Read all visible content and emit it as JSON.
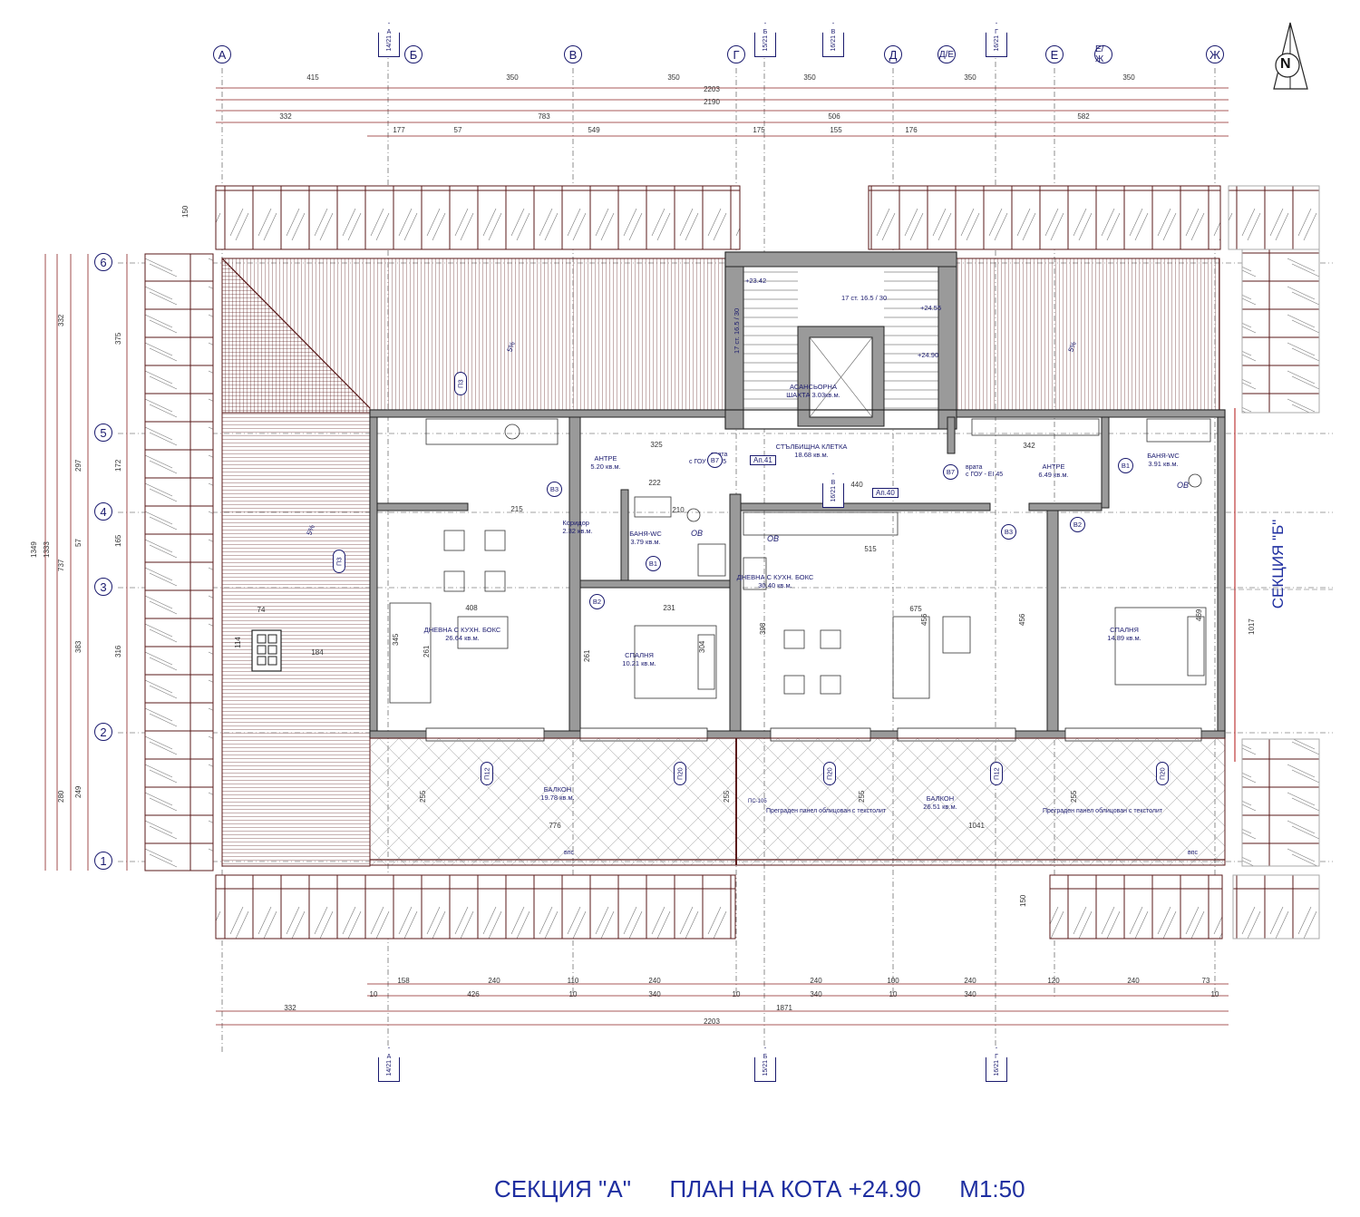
{
  "title": {
    "section": "СЕКЦИЯ \"А\"",
    "plan": "ПЛАН НА КОТА +24.90",
    "scale": "М1:50"
  },
  "side_label": "СЕКЦИЯ \"Б\"",
  "north": "N",
  "axes_x": [
    "А",
    "Б",
    "В",
    "Г",
    "Д",
    "Д/Е",
    "Е",
    "Е/Ж",
    "Ж"
  ],
  "axes_y": [
    "6",
    "5",
    "4",
    "3",
    "2",
    "1"
  ],
  "section_marks": [
    {
      "letter": "А",
      "ref": "14/21"
    },
    {
      "letter": "Б",
      "ref": "15/21"
    },
    {
      "letter": "В",
      "ref": "16/21"
    },
    {
      "letter": "Г",
      "ref": "16/21"
    }
  ],
  "dims_top_row1": [
    "415",
    "350",
    "350",
    "350",
    "350",
    "350"
  ],
  "dims_top_row2": [
    "2203"
  ],
  "dims_top_row3": [
    "2190"
  ],
  "dims_top_row4": [
    "332",
    "783",
    "506",
    "582"
  ],
  "dims_top_row5": [
    "177",
    "57",
    "549",
    "175",
    "155",
    "176"
  ],
  "dims_left_outer": [
    "1349",
    "1333"
  ],
  "dims_left_mid": [
    "332",
    "297",
    "57",
    "383",
    "280"
  ],
  "dims_left_inner": [
    "375",
    "172",
    "165",
    "316",
    "249",
    "737"
  ],
  "dims_bottom_row1": [
    "158",
    "240",
    "110",
    "240",
    "240",
    "100",
    "240",
    "120",
    "240",
    "73"
  ],
  "dims_bottom_row2": [
    "10",
    "426",
    "10",
    "340",
    "10",
    "340",
    "10",
    "340",
    "10"
  ],
  "dims_bottom_row3": [
    "332",
    "1871"
  ],
  "dims_bottom_row4": [
    "2203"
  ],
  "rooms": [
    {
      "name": "АНТРЕ",
      "area": "5.20 кв.м."
    },
    {
      "name": "Коридор",
      "area": "2.32 кв.м."
    },
    {
      "name": "БАНЯ-WC",
      "area": "3.79 кв.м."
    },
    {
      "name": "ДНЕВНА  С  КУХН. БОКС",
      "area": "26.64 кв.м."
    },
    {
      "name": "СПАЛНЯ",
      "area": "10.21 кв.м."
    },
    {
      "name": "АСАНСЬОРНА",
      "area": "ШАХТА 3.03кв.м."
    },
    {
      "name": "СТЪЛБИЩНА  КЛЕТКА",
      "area": "18.68 кв.м."
    },
    {
      "name": "ДНЕВНА  С  КУХН. БОКС",
      "area": "30.40 кв.м."
    },
    {
      "name": "АНТРЕ",
      "area": "6.49 кв.м."
    },
    {
      "name": "БАНЯ-WC",
      "area": "3.91 кв.м."
    },
    {
      "name": "СПАЛНЯ",
      "area": "14.89 кв.м."
    },
    {
      "name": "БАЛКОН",
      "area": "19.78 кв.м."
    },
    {
      "name": "БАЛКОН",
      "area": "26.51 кв.м."
    }
  ],
  "apartments": [
    "Ап.41",
    "Ап.40"
  ],
  "door_notes": [
    "врата",
    "с ГОУ - EI 45"
  ],
  "panel_note": "Преграден панел облицован с текстолит",
  "levels": [
    "+23.42",
    "+24.55",
    "+24.90"
  ],
  "stairs": [
    "17 ст. 16.5 / 30",
    "17 ст. 16.5 / 30"
  ],
  "slopes": [
    "5%",
    "5%",
    "5%"
  ],
  "tags": [
    "В7",
    "В7",
    "В3",
    "В3",
    "В2",
    "В2",
    "В1",
    "В1",
    "В1",
    "П3",
    "П3",
    "П12",
    "П20",
    "П20",
    "П12",
    "П20",
    "ОВ",
    "ОВ",
    "ОВ"
  ],
  "misc_dims": [
    "1017",
    "469",
    "456",
    "456",
    "398",
    "304",
    "345",
    "261",
    "261",
    "408",
    "515",
    "675",
    "325",
    "342",
    "231",
    "215",
    "222",
    "210",
    "440",
    "776",
    "1041",
    "255",
    "255",
    "255",
    "255",
    "150",
    "150",
    "184",
    "114",
    "74"
  ],
  "vents": [
    "впс",
    "впс",
    "ПС-105"
  ]
}
